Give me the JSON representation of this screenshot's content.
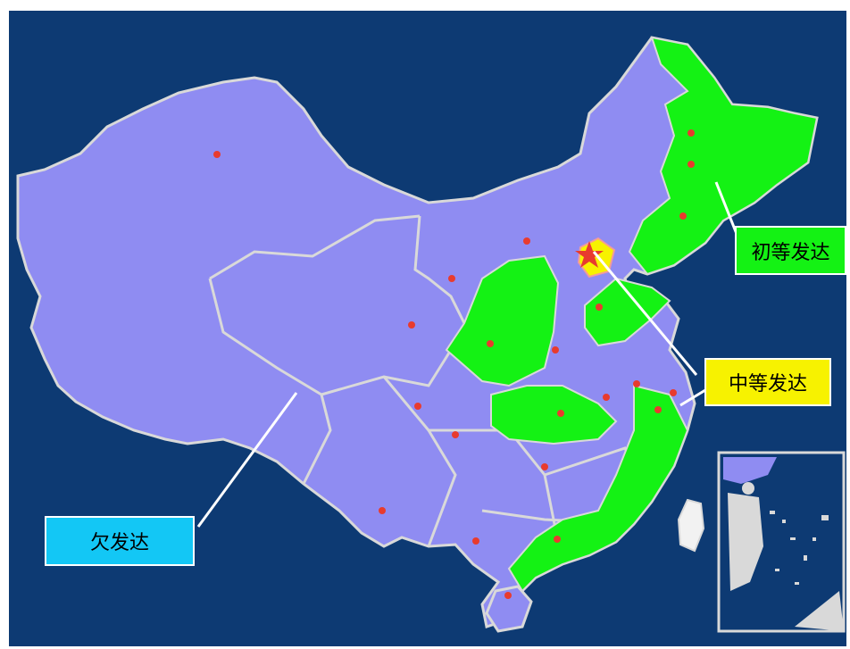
{
  "colors": {
    "background": "#0d3a73",
    "undeveloped": "#8f8cf2",
    "initially_developed": "#14f214",
    "moderately_developed": "#f7f200",
    "underdeveloped_label": "#13c7f5",
    "border": "#d9d9d9",
    "capital_marker": "#e83b2e"
  },
  "labels": {
    "initially_developed": "初等发达",
    "moderately_developed": "中等发达",
    "underdeveloped": "欠发达"
  },
  "icons": {
    "capital": "star-icon",
    "city": "dot-icon"
  }
}
